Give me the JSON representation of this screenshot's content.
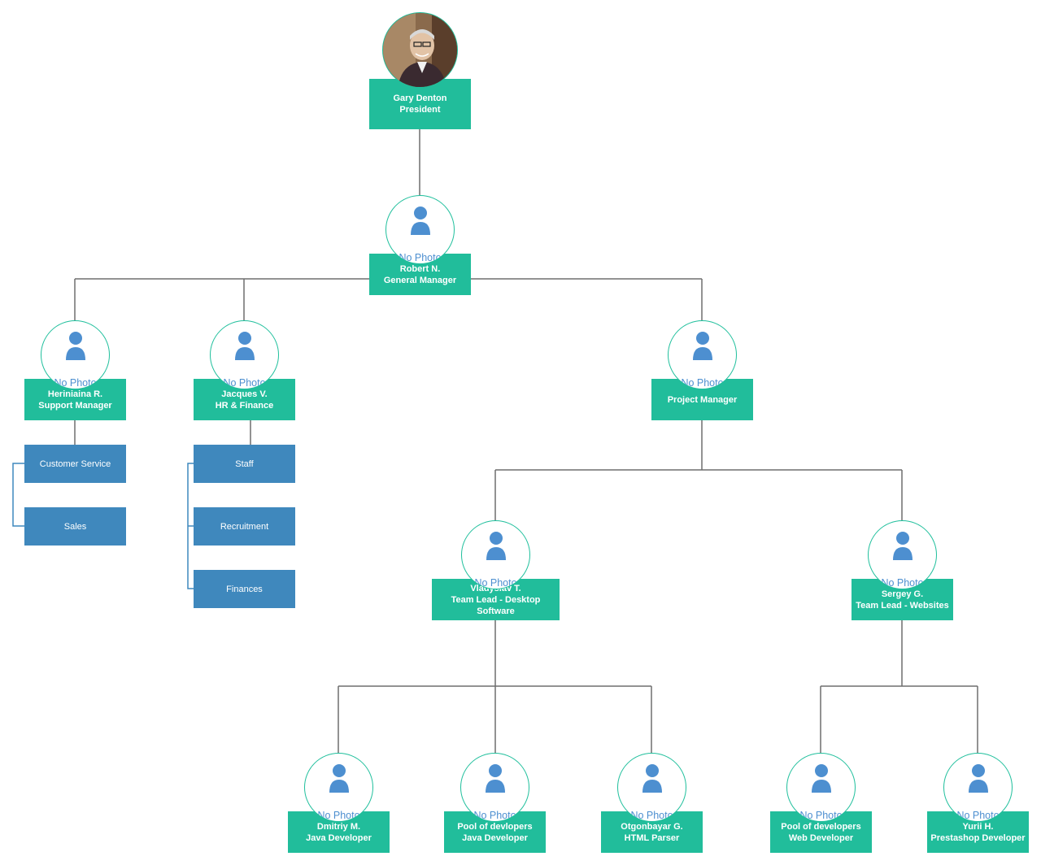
{
  "avatar_placeholder": "No Photo",
  "colors": {
    "card": "#21bd9b",
    "avatar_border": "#1fbf9c",
    "department": "#3f88bd",
    "connector": "#6e6e6e",
    "person_icon": "#4d8fd0"
  },
  "president": {
    "name": "Gary Denton",
    "title": "President",
    "photo": "portrait-photo"
  },
  "general_manager": {
    "name": "Robert N.",
    "title": "General Manager"
  },
  "support_manager": {
    "name": "Heriniaina R.",
    "title": "Support Manager"
  },
  "hr_finance": {
    "name": "Jacques V.",
    "title": "HR & Finance"
  },
  "project_manager": {
    "title": "Project Manager"
  },
  "desktop_lead": {
    "name": "Vladyslav T.",
    "title": "Team Lead - Desktop Software"
  },
  "websites_lead": {
    "name": "Sergey G.",
    "title": "Team Lead - Websites"
  },
  "support_departments": [
    "Customer Service",
    "Sales"
  ],
  "hr_departments": [
    "Staff",
    "Recruitment",
    "Finances"
  ],
  "desktop_team": [
    {
      "name": "Dmitriy  M.",
      "title": "Java Developer"
    },
    {
      "name": "Pool of devlopers",
      "title": "Java Developer"
    },
    {
      "name": "Otgonbayar G.",
      "title": "HTML Parser"
    }
  ],
  "websites_team": [
    {
      "name": "Pool of developers",
      "title": "Web Developer"
    },
    {
      "name": "Yurii H.",
      "title": "Prestashop Developer"
    }
  ]
}
